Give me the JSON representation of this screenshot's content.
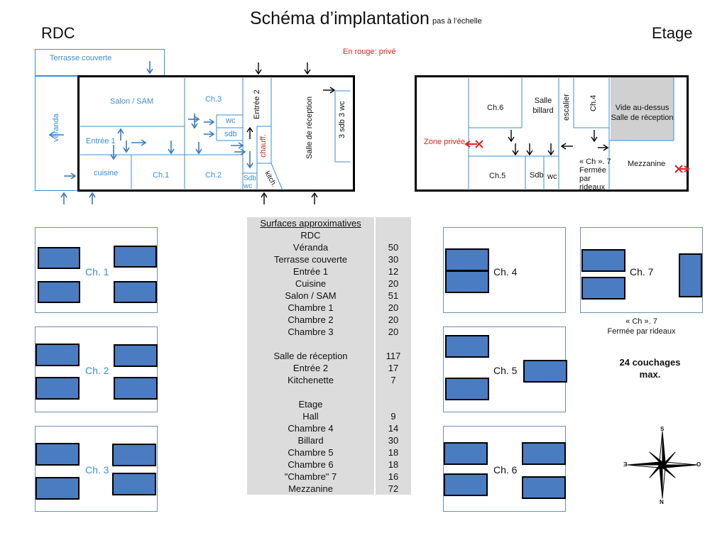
{
  "header": {
    "title": "Schéma d’implantation",
    "subtitle": "pas à l’échelle",
    "rdc": "RDC",
    "etage": "Etage",
    "legend": "En rouge: privé"
  },
  "rdc_plan": {
    "terrasse": "Terrasse couverte",
    "veranda": "véranda",
    "salon": "Salon / SAM",
    "ch3": "Ch.3",
    "wc": "wc",
    "sdb": "sdb",
    "entree1": "Entrée 1",
    "cuisine": "cuisine",
    "ch1": "Ch.1",
    "ch2": "Ch.2",
    "sdb_wc": "Sdb wc",
    "entree2": "Entrée 2",
    "chauff": "chauff.",
    "kitch": "kitch.",
    "salle_reception": "Salle de réception",
    "sdb3wc3": "3 sdb 3 wc"
  },
  "etage_plan": {
    "ch6": "Ch.6",
    "salle_billard": "Salle billard",
    "escalier": "escalier",
    "ch4": "Ch.4",
    "vide": "Vide au-dessus Salle de réception",
    "zone_privee": "Zone privée",
    "ch5": "Ch.5",
    "sdb": "Sdb",
    "wc": "wc",
    "ch7_note": "« Ch ». 7 Fermée par rideaux",
    "mezzanine": "Mezzanine"
  },
  "surfaces": {
    "title": "Surfaces approximatives",
    "rows": [
      {
        "label": "RDC",
        "value": ""
      },
      {
        "label": "Véranda",
        "value": "50"
      },
      {
        "label": "Terrasse couverte",
        "value": "30"
      },
      {
        "label": "Entrée 1",
        "value": "12"
      },
      {
        "label": "Cuisine",
        "value": "20"
      },
      {
        "label": "Salon / SAM",
        "value": "51"
      },
      {
        "label": "Chambre 1",
        "value": "20"
      },
      {
        "label": "Chambre 2",
        "value": "20"
      },
      {
        "label": "Chambre 3",
        "value": "20"
      },
      {
        "label": "",
        "value": ""
      },
      {
        "label": "Salle de réception",
        "value": "117"
      },
      {
        "label": "Entrée 2",
        "value": "17"
      },
      {
        "label": "Kitchenette",
        "value": "7"
      },
      {
        "label": "",
        "value": ""
      },
      {
        "label": "Etage",
        "value": ""
      },
      {
        "label": "Hall",
        "value": "9"
      },
      {
        "label": "Chambre 4",
        "value": "14"
      },
      {
        "label": "Billard",
        "value": "30"
      },
      {
        "label": "Chambre 5",
        "value": "18"
      },
      {
        "label": "Chambre 6",
        "value": "18"
      },
      {
        "label": "\"Chambre\" 7",
        "value": "16"
      },
      {
        "label": "Mezzanine",
        "value": "72"
      }
    ]
  },
  "rooms": {
    "ch1": "Ch. 1",
    "ch2": "Ch. 2",
    "ch3": "Ch. 3",
    "ch4": "Ch. 4",
    "ch5": "Ch. 5",
    "ch6": "Ch. 6",
    "ch7": "Ch. 7",
    "ch7_note_line1": "« Ch ». 7",
    "ch7_note_line2": "Fermée par rideaux",
    "capacity_line1": "24 couchages",
    "capacity_line2": "max."
  },
  "compass": {
    "n": "N",
    "s": "S",
    "e": "E",
    "o": "O"
  },
  "colors": {
    "room_label": "#3a8fd0",
    "private": "#e02020",
    "bed": "#4a7cc2",
    "table_bg": "#dcdcdc",
    "void": "#d0d0d0"
  }
}
